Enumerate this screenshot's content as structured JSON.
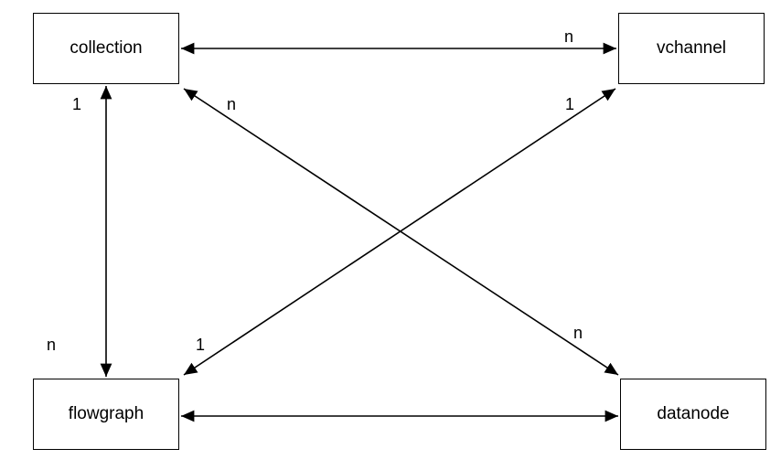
{
  "diagram": {
    "kind": "entity-relationship",
    "colors": {
      "background": "#ffffff",
      "node_border": "#000000",
      "node_fill": "#ffffff",
      "edge_stroke": "#000000",
      "text": "#000000"
    },
    "nodes": {
      "collection": {
        "label": "collection"
      },
      "vchannel": {
        "label": "vchannel"
      },
      "flowgraph": {
        "label": "flowgraph"
      },
      "datanode": {
        "label": "datanode"
      }
    },
    "edges": {
      "collection_vchannel": {
        "type": "bidirectional-arrow",
        "labels": {
          "vchannel_end": "n"
        }
      },
      "collection_flowgraph": {
        "type": "bidirectional-arrow",
        "labels": {
          "collection_end": "1",
          "flowgraph_end": "n"
        }
      },
      "flowgraph_datanode": {
        "type": "bidirectional-arrow",
        "labels": {}
      },
      "collection_datanode": {
        "type": "bidirectional-arrow",
        "labels": {
          "collection_end": "n",
          "datanode_end": "n"
        }
      },
      "flowgraph_vchannel": {
        "type": "bidirectional-arrow",
        "labels": {
          "flowgraph_end": "1",
          "vchannel_end": "1"
        }
      }
    }
  }
}
